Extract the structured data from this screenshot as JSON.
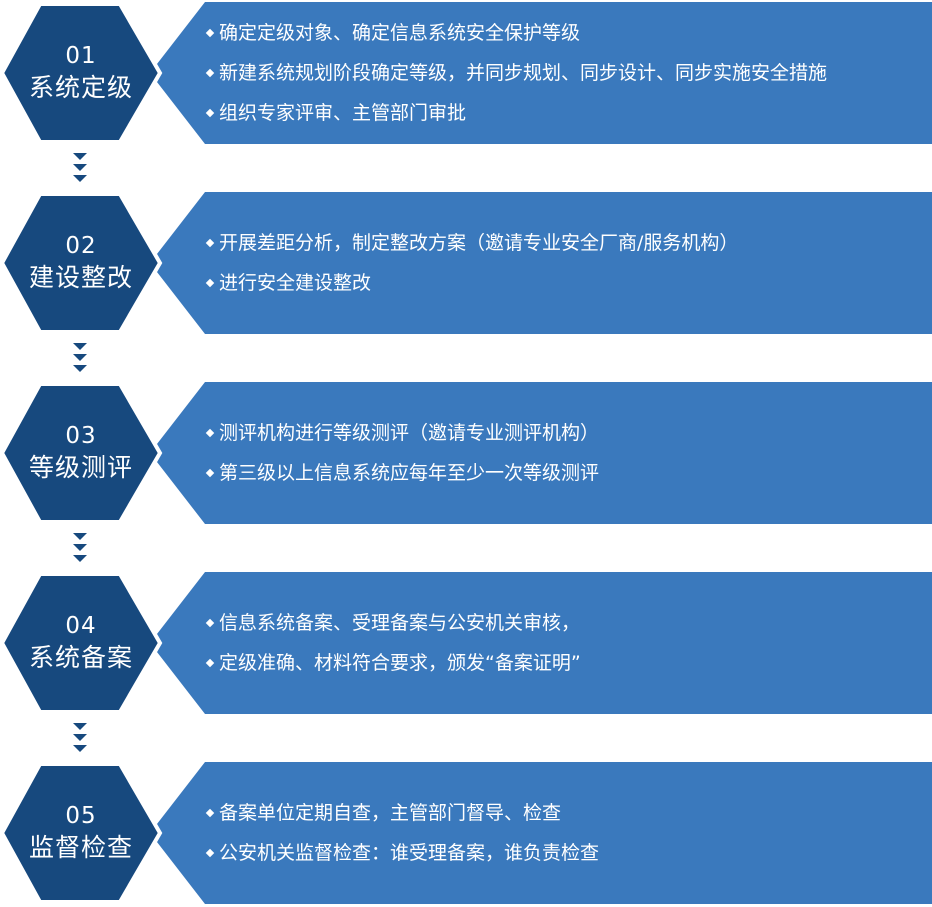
{
  "colors": {
    "hexagon": "#17497e",
    "panel": "#3a79bd",
    "text": "#ffffff",
    "connector": "#17497e"
  },
  "steps": [
    {
      "number": "01",
      "title": "系统定级",
      "bullets": [
        "确定定级对象、确定信息系统安全保护等级",
        "新建系统规划阶段确定等级，并同步规划、同步设计、同步实施安全措施",
        "组织专家评审、主管部门审批"
      ]
    },
    {
      "number": "02",
      "title": "建设整改",
      "bullets": [
        "开展差距分析，制定整改方案（邀请专业安全厂商/服务机构）",
        "进行安全建设整改"
      ]
    },
    {
      "number": "03",
      "title": "等级测评",
      "bullets": [
        "测评机构进行等级测评（邀请专业测评机构）",
        "第三级以上信息系统应每年至少一次等级测评"
      ]
    },
    {
      "number": "04",
      "title": "系统备案",
      "bullets": [
        "信息系统备案、受理备案与公安机关审核，",
        "定级准确、材料符合要求，颁发“备案证明”"
      ]
    },
    {
      "number": "05",
      "title": "监督检查",
      "bullets": [
        "备案单位定期自查，主管部门督导、检查",
        "公安机关监督检查：谁受理备案，谁负责检查"
      ]
    }
  ],
  "connector_icon": "triple-chevron-down-icon"
}
